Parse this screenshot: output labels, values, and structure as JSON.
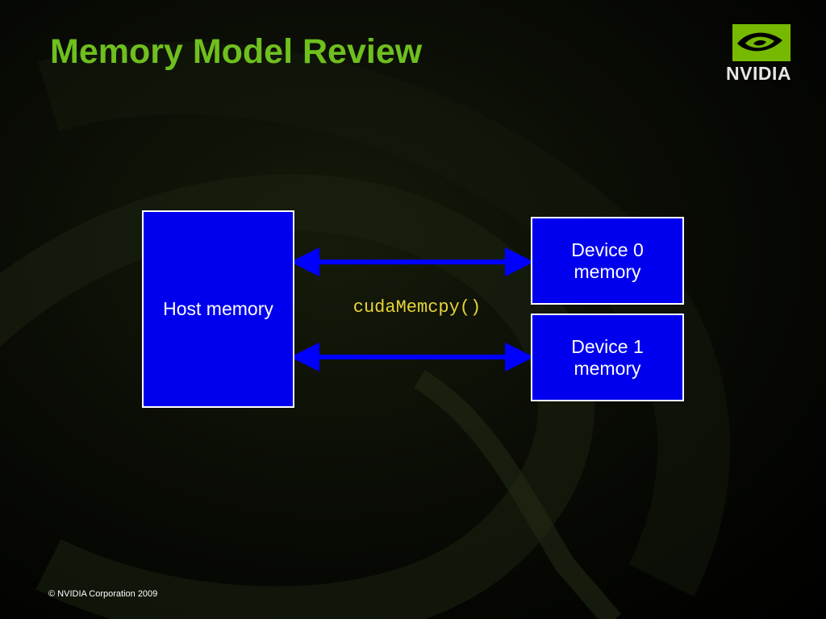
{
  "slide": {
    "title": "Memory Model Review",
    "footer": "© NVIDIA Corporation 2009"
  },
  "logo": {
    "text": "NVIDIA",
    "icon": "nvidia-eye-icon",
    "color": "#76b900"
  },
  "diagram": {
    "host_box": {
      "label": "Host memory"
    },
    "device_boxes": [
      {
        "label": "Device 0 memory"
      },
      {
        "label": "Device 1 memory"
      }
    ],
    "arrow_label": "cudaMemcpy()",
    "arrow_type": "bidirectional"
  },
  "colors": {
    "title": "#6fbf1f",
    "box_fill": "#0000ee",
    "box_border": "#ffffff",
    "arrow": "#0000ff",
    "code_text": "#e8d33a",
    "background": "#000000"
  }
}
